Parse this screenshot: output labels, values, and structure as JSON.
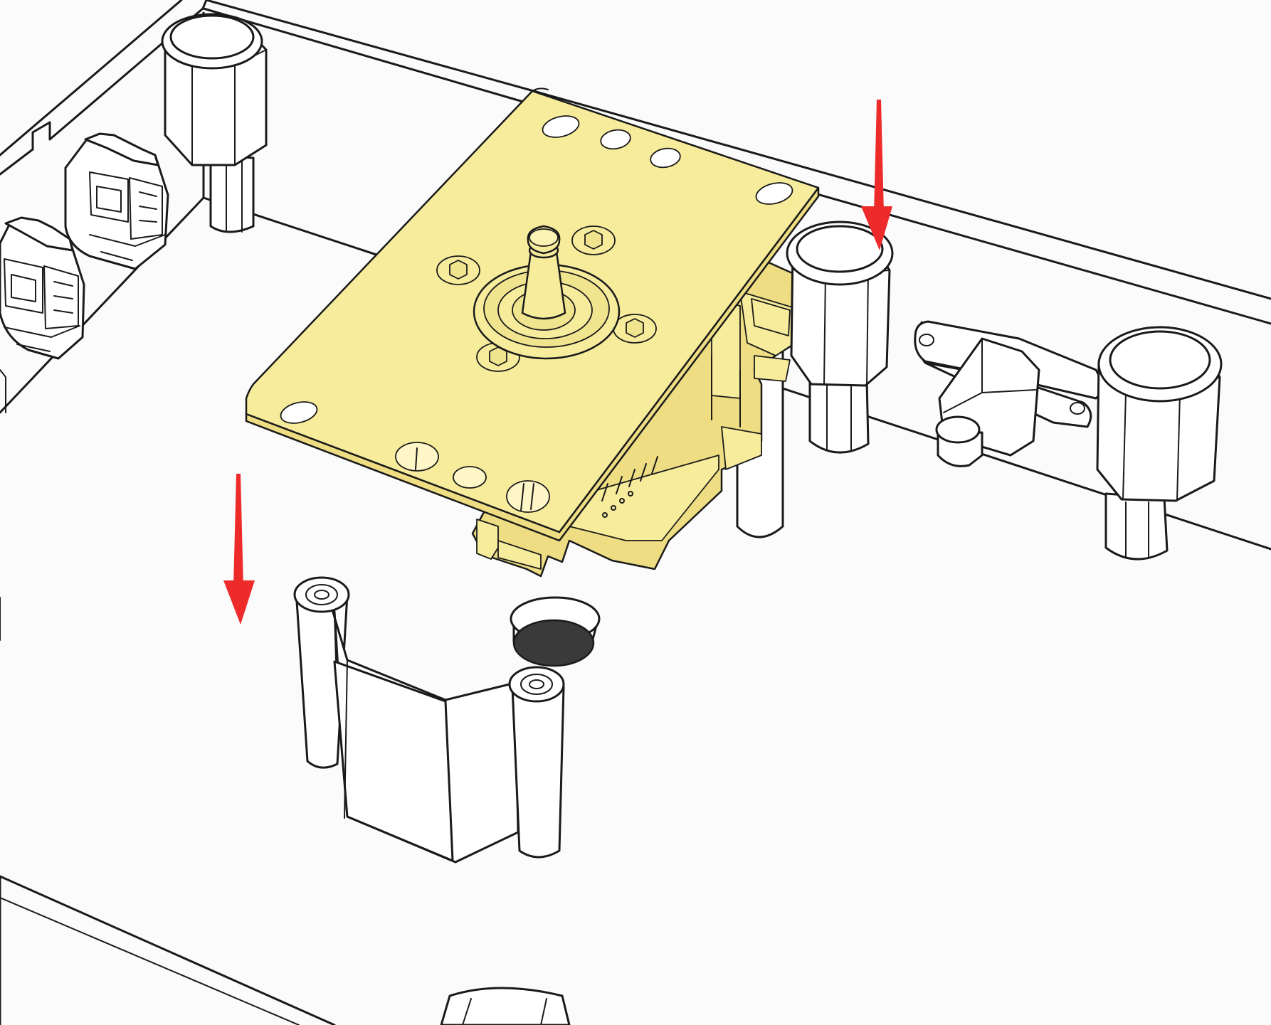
{
  "colors": {
    "background": "#fbfbfb",
    "outline": "#1a1a1a",
    "highlight_part": "#f7ec9c",
    "highlight_part_shade": "#eedd82",
    "arrow": "#ee2b2b",
    "magnet": "#3a3a3a"
  },
  "icons": {
    "arrow": "down-arrow-icon",
    "joystick": "joystick-icon"
  },
  "parts": [
    "enclosure",
    "joystick-mounting-plate",
    "joystick-shaft",
    "microswitch-pcb",
    "standoff-left-back",
    "standoff-center",
    "standoff-right",
    "side-post",
    "rectangular-clip",
    "sliding-latch",
    "button-socket-upper",
    "button-socket-lower",
    "shield-bracket",
    "magnet-disc",
    "front-knob"
  ]
}
